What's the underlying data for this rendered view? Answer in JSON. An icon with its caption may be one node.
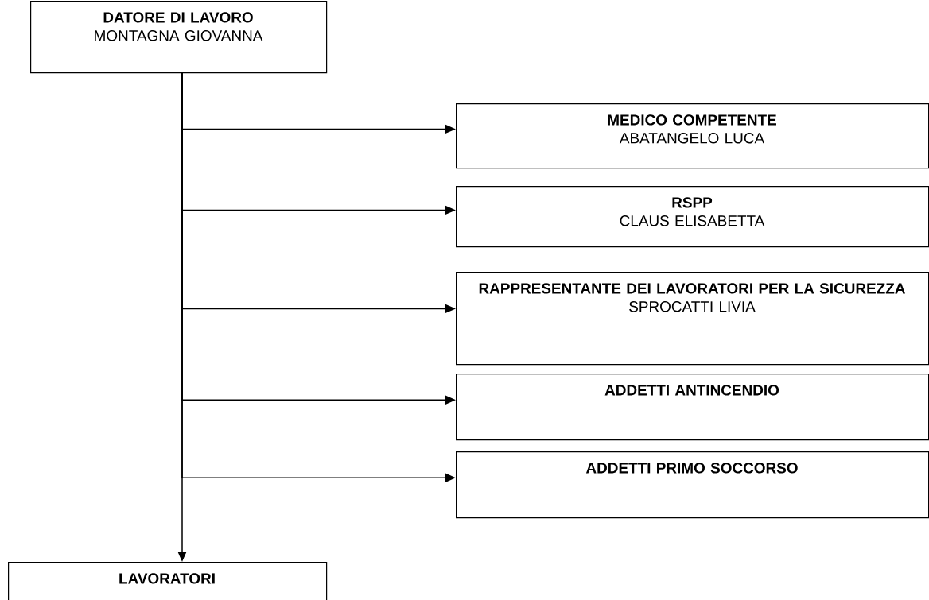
{
  "diagram": {
    "nodes": [
      {
        "text": [
          "DATORE DI LAVORO",
          "MONTAGNA GIOVANNA"
        ]
      },
      {
        "text": [
          "MEDICO COMPETENTE",
          "ABATANGELO LUCA"
        ]
      },
      {
        "text": [
          "RSPP",
          "CLAUS ELISABETTA"
        ]
      },
      {
        "text": [
          "RAPPRESENTANTE DEI LAVORATORI PER LA SICUREZZA",
          "SPROCATTI LIVIA"
        ]
      },
      {
        "text": [
          "ADDETTI ANTINCENDIO"
        ]
      },
      {
        "text": [
          "ADDETTI PRIMO SOCCORSO"
        ]
      },
      {
        "text": [
          "LAVORATORI"
        ]
      }
    ],
    "edges": [
      {
        "from": 0,
        "to": 1,
        "arrow": "to"
      },
      {
        "from": 0,
        "to": 2,
        "arrow": "to"
      },
      {
        "from": 0,
        "to": 3,
        "arrow": "to"
      },
      {
        "from": 0,
        "to": 4,
        "arrow": "to"
      },
      {
        "from": 0,
        "to": 5,
        "arrow": "to"
      },
      {
        "from": 0,
        "to": 6,
        "arrow": "to"
      }
    ]
  }
}
